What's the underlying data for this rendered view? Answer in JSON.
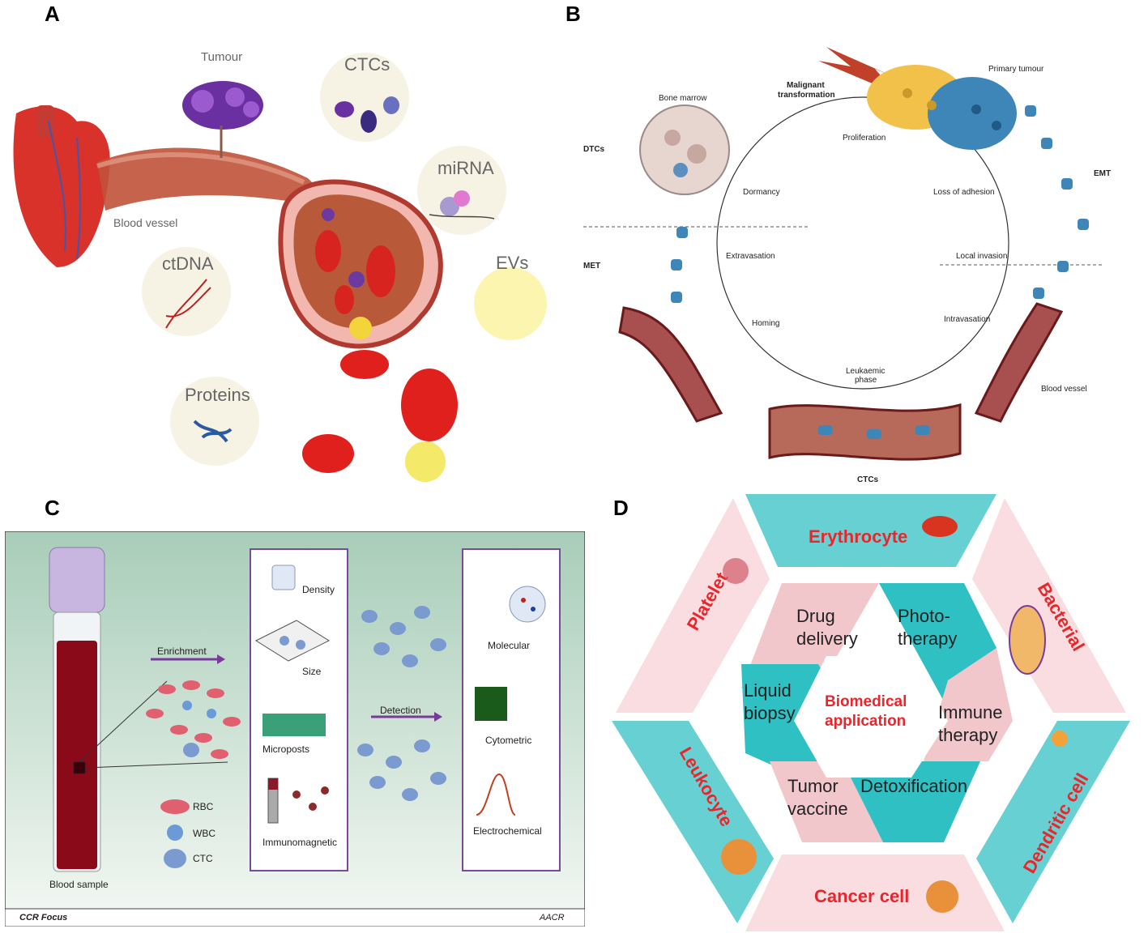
{
  "panels": {
    "A": {
      "letter": "A",
      "tumour": "Tumour",
      "blood_vessel": "Blood vessel",
      "ctcs": "CTCs",
      "mirna": "miRNA",
      "evs": "EVs",
      "ctdna": "ctDNA",
      "proteins": "Proteins"
    },
    "B": {
      "letter": "B",
      "bone_marrow": "Bone marrow",
      "malignant_transformation_line1": "Malignant",
      "malignant_transformation_line2": "transformation",
      "primary_tumour": "Primary tumour",
      "dtcs": "DTCs",
      "proliferation": "Proliferation",
      "dormancy": "Dormancy",
      "loss_of_adhesion": "Loss of adhesion",
      "emt": "EMT",
      "met": "MET",
      "extravasation": "Extravasation",
      "local_invasion": "Local invasion",
      "intravasation": "Intravasation",
      "homing": "Homing",
      "leukaemic_phase_line1": "Leukaemic",
      "leukaemic_phase_line2": "phase",
      "blood_vessel": "Blood vessel",
      "ctcs": "CTCs"
    },
    "C": {
      "letter": "C",
      "enrichment": "Enrichment",
      "detection": "Detection",
      "density": "Density",
      "size": "Size",
      "microposts": "Microposts",
      "immunomagnetic": "Immunomagnetic",
      "molecular": "Molecular",
      "cytometric": "Cytometric",
      "electrochemical": "Electrochemical",
      "rbc": "RBC",
      "wbc": "WBC",
      "ctc": "CTC",
      "blood_sample": "Blood sample",
      "footer_left": "CCR Focus",
      "footer_right": "AACR"
    },
    "D": {
      "letter": "D",
      "erythrocyte": "Erythrocyte",
      "platelet": "Platelet",
      "bacterial": "Bacterial",
      "leukocyte": "Leukocyte",
      "dendritic_cell": "Dendritic cell",
      "cancer_cell": "Cancer cell",
      "drug_delivery_line1": "Drug",
      "drug_delivery_line2": "delivery",
      "phototherapy_line1": "Photo-",
      "phototherapy_line2": "therapy",
      "liquid_biopsy_line1": "Liquid",
      "liquid_biopsy_line2": "biopsy",
      "immune_therapy_line1": "Immune",
      "immune_therapy_line2": "therapy",
      "tumor_vaccine_line1": "Tumor",
      "tumor_vaccine_line2": "vaccine",
      "detoxification": "Detoxification",
      "center_line1": "Biomedical",
      "center_line2": "application"
    }
  },
  "colors": {
    "red_text": "#e8262b",
    "teal": "#49c9cc",
    "pink": "#f7d6d9",
    "purple_border": "#7a4a9a",
    "vessel": "#8c2a2a",
    "ctc_blue": "#3f86b8"
  }
}
